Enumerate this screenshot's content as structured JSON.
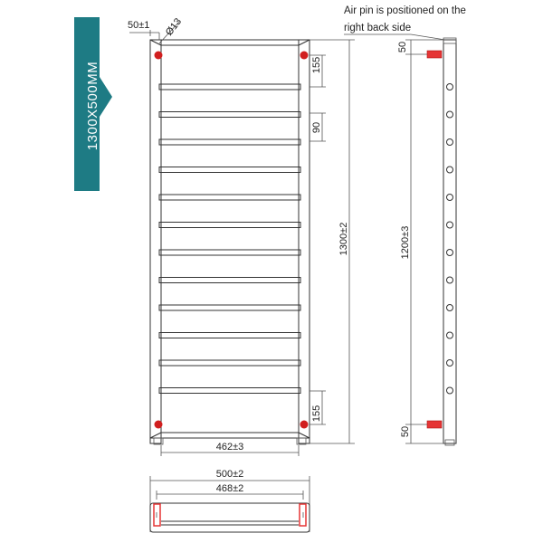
{
  "badge": {
    "label": "1300X500MM",
    "color": "#1e7b84"
  },
  "note": {
    "line1": "Air pin is positioned on the",
    "line2": "right back side"
  },
  "dimensions": {
    "top_offset": "50±1",
    "pipe_diameter": "Ø13",
    "top_bar_spacing": "155",
    "bar_pitch": "90",
    "total_height": "1300±2",
    "bottom_bar_spacing": "155",
    "inner_width": "462±3",
    "side_top": "50",
    "side_height": "1200±3",
    "side_bottom": "50",
    "plan_outer_width": "500±2",
    "plan_inner_width": "468±2"
  },
  "colors": {
    "valve_red": "#d11f1f",
    "fitting_red": "#e53535",
    "line": "#333333"
  }
}
